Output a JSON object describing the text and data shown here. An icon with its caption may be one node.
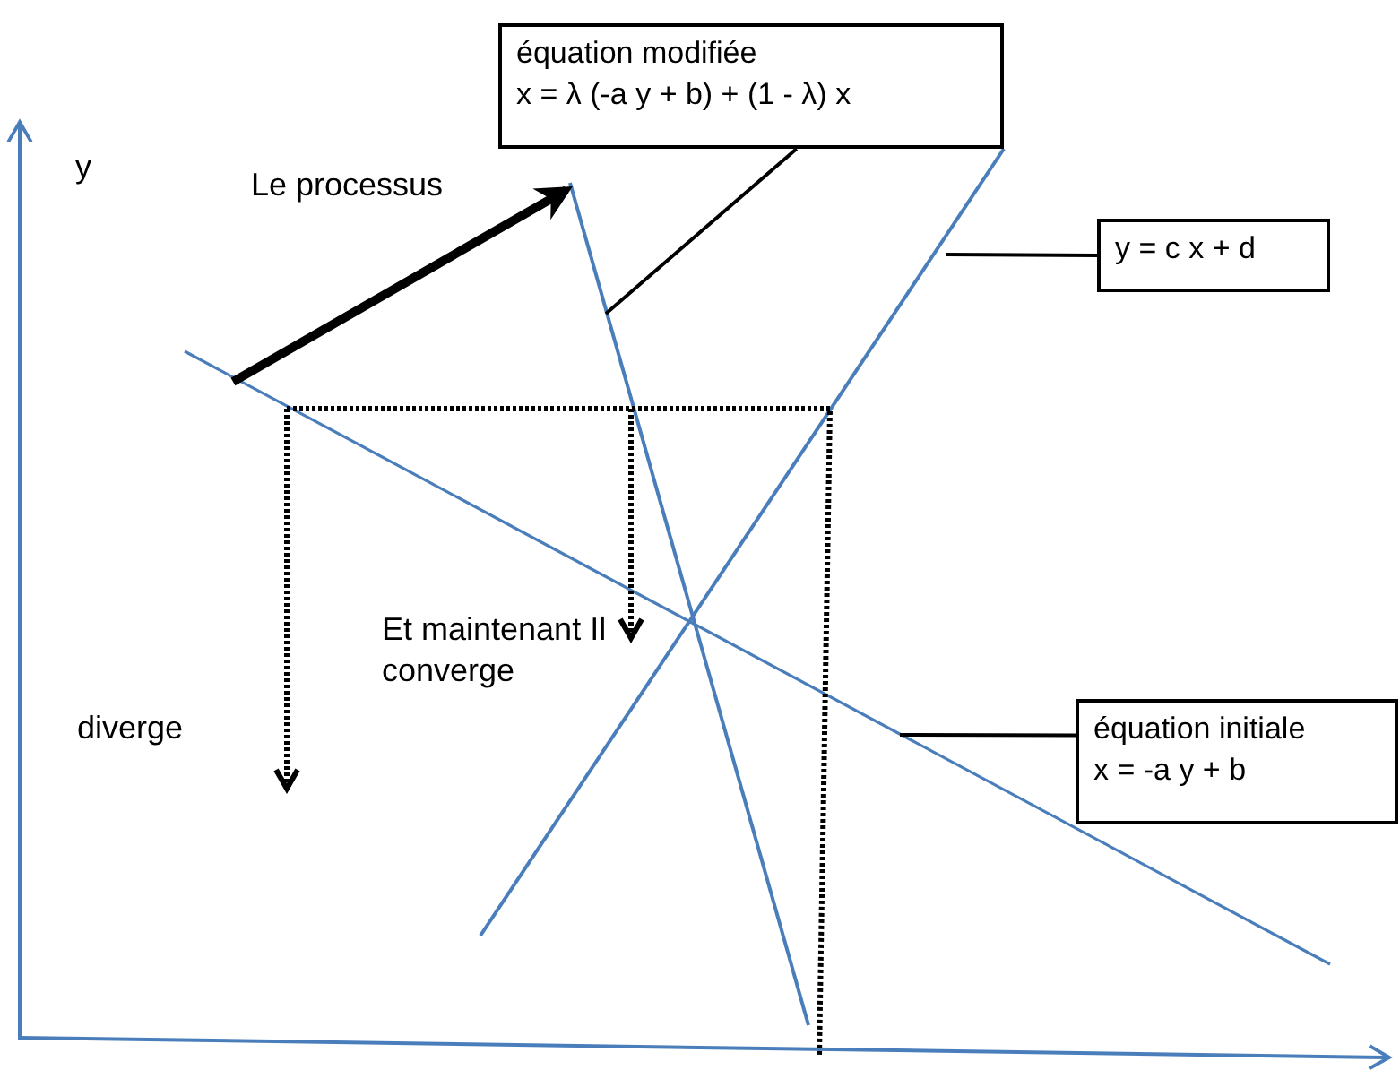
{
  "diagram": {
    "nodes": [
      {
        "text": [
          "équation modifiée",
          "x = λ (-a y + b) + (1 - λ) x"
        ]
      },
      {
        "text": [
          "y = c x + d"
        ]
      },
      {
        "text": [
          "équation initiale",
          "x = -a y + b"
        ]
      }
    ],
    "edges": [
      {
        "from": 0,
        "to": null,
        "arrow": "none"
      },
      {
        "from": 1,
        "to": null,
        "arrow": "none"
      },
      {
        "from": 2,
        "to": null,
        "arrow": "none"
      }
    ],
    "labels": [
      "y",
      "Le processus",
      "Et maintenant Il converge",
      "diverge"
    ]
  }
}
